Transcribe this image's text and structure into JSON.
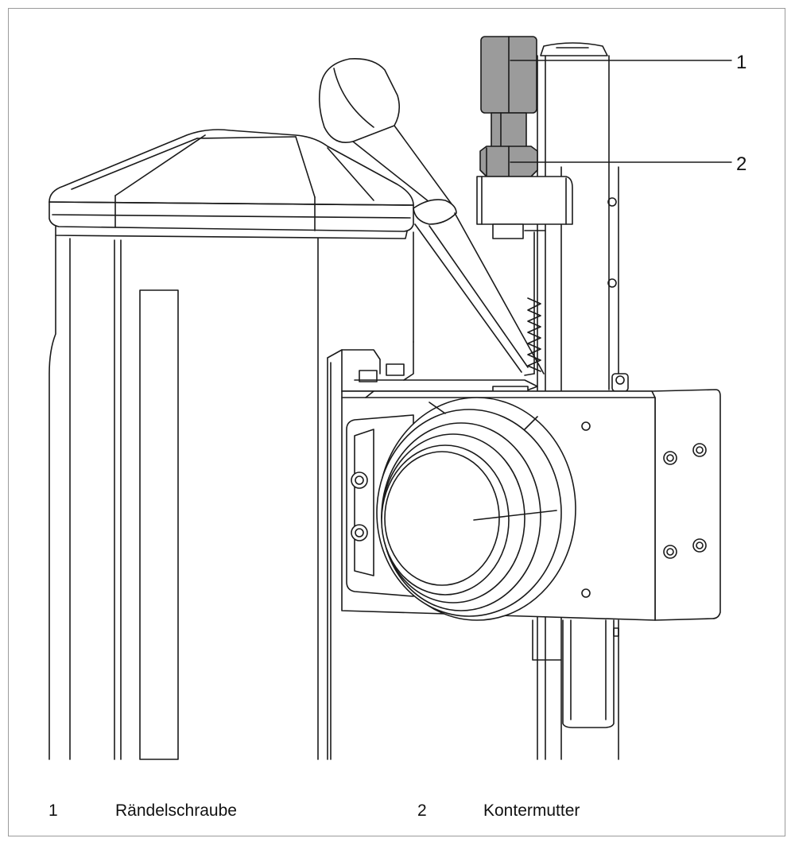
{
  "callouts": [
    {
      "number": "1",
      "label": "Rändelschraube"
    },
    {
      "number": "2",
      "label": "Kontermutter"
    }
  ],
  "colors": {
    "line": "#1a1a1a",
    "part_fill": "#9b9b9b",
    "frame": "#9a9a9a",
    "background": "#ffffff"
  }
}
